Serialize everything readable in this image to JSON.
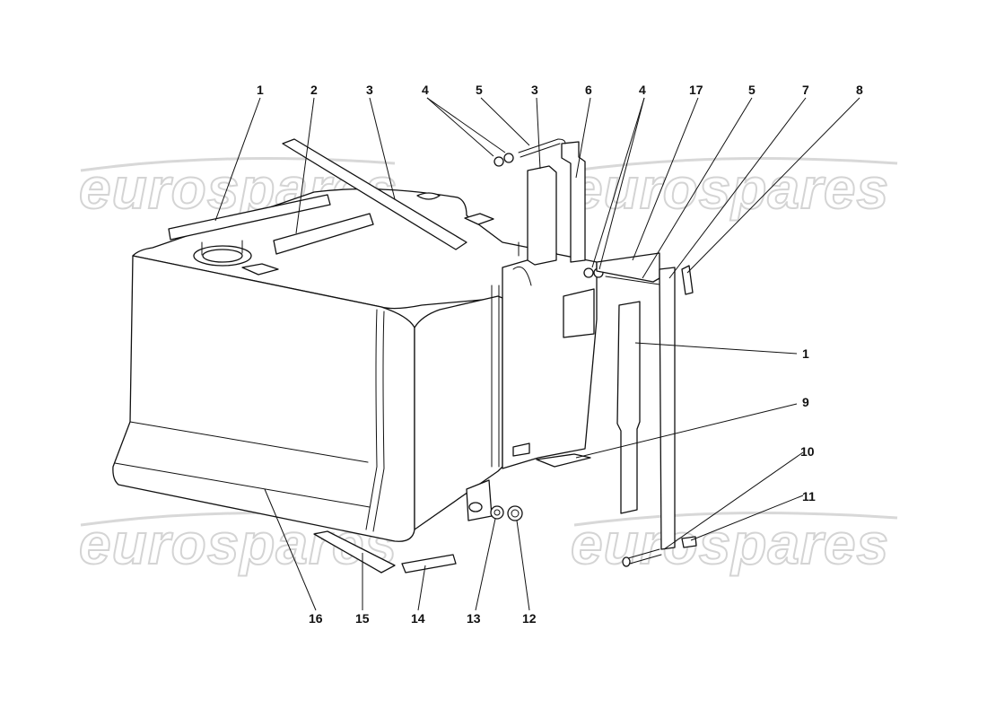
{
  "watermark": {
    "text": "eurospares"
  },
  "callouts": [
    {
      "id": "c1a",
      "label": "1",
      "part": "sealing-strip"
    },
    {
      "id": "c2",
      "label": "2",
      "part": "sealing-strip"
    },
    {
      "id": "c3a",
      "label": "3",
      "part": "support-strip"
    },
    {
      "id": "c4a",
      "label": "4",
      "part": "nut"
    },
    {
      "id": "c5a",
      "label": "5",
      "part": "stud"
    },
    {
      "id": "c3b",
      "label": "3",
      "part": "support-strip"
    },
    {
      "id": "c6",
      "label": "6",
      "part": "strap"
    },
    {
      "id": "c4b",
      "label": "4",
      "part": "nut"
    },
    {
      "id": "c17",
      "label": "17",
      "part": "strap"
    },
    {
      "id": "c5b",
      "label": "5",
      "part": "stud"
    },
    {
      "id": "c7",
      "label": "7",
      "part": "strap"
    },
    {
      "id": "c8",
      "label": "8",
      "part": "clip"
    },
    {
      "id": "c1b",
      "label": "1",
      "part": "sealing-strip"
    },
    {
      "id": "c9",
      "label": "9",
      "part": "pad"
    },
    {
      "id": "c10",
      "label": "10",
      "part": "bolt"
    },
    {
      "id": "c11",
      "label": "11",
      "part": "clip"
    },
    {
      "id": "c16",
      "label": "16",
      "part": "fuel-tank"
    },
    {
      "id": "c15",
      "label": "15",
      "part": "pad"
    },
    {
      "id": "c14",
      "label": "14",
      "part": "pad"
    },
    {
      "id": "c13",
      "label": "13",
      "part": "washer"
    },
    {
      "id": "c12",
      "label": "12",
      "part": "drain-plug"
    }
  ]
}
